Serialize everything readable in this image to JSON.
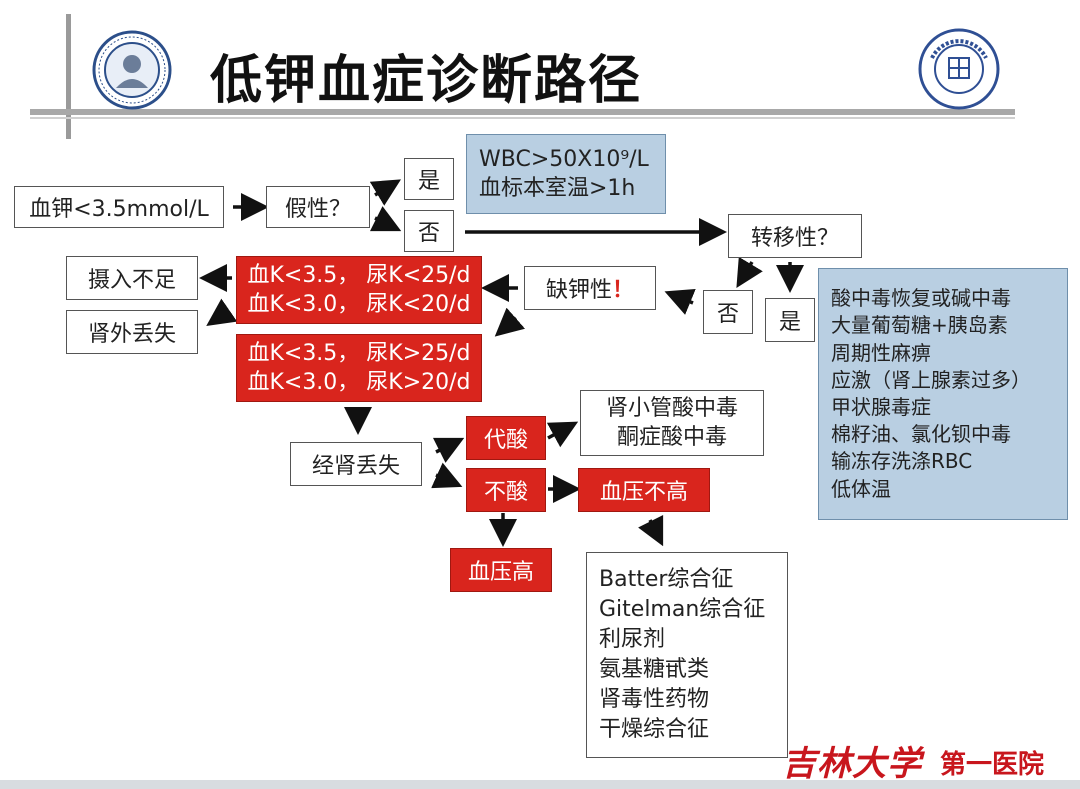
{
  "title": "低钾血症诊断路径",
  "nodes": {
    "start": "血钾<3.5mmol/L",
    "pseudo": "假性？",
    "yes1": "是",
    "no1": "否",
    "pseudo_causes": [
      "WBC>50X10⁹/L",
      "血标本室温>1h"
    ],
    "transfer": "转移性？",
    "no2": "否",
    "yes2": "是",
    "transfer_causes": [
      "酸中毒恢复或碱中毒",
      "大量葡萄糖+胰岛素",
      "周期性麻痹",
      "应激（肾上腺素过多）",
      "甲状腺毒症",
      "棉籽油、氯化钡中毒",
      "输冻存洗涤RBC",
      "低体温"
    ],
    "deficiency": "缺钾性",
    "deficiency_mark": "！",
    "low_urine": [
      "血K<3.5， 尿K<25/d",
      "血K<3.0， 尿K<20/d"
    ],
    "high_urine": [
      "血K<3.5， 尿K>25/d",
      "血K<3.0， 尿K>20/d"
    ],
    "intake": "摄入不足",
    "extrarenal": "肾外丢失",
    "renal": "经肾丢失",
    "acidosis": "代酸",
    "acidosis_causes": [
      "肾小管酸中毒",
      "酮症酸中毒"
    ],
    "no_acidosis": "不酸",
    "bp_not_high": "血压不高",
    "bp_high": "血压高",
    "renal_causes": [
      "Batter综合征",
      "Gitelman综合征",
      "利尿剂",
      "氨基糖甙类",
      "肾毒性药物",
      "干燥综合征"
    ]
  },
  "footer": {
    "university": "吉林大学",
    "hospital": "第一医院"
  },
  "logos": {
    "left_seal_name": "hospital-seal-logo",
    "right_seal_name": "university-seal-logo",
    "right_seal_text": "JILIN UNIVERSITY CHINA"
  },
  "colors": {
    "red": "#d9251d",
    "blue": "#b9cfe2",
    "footer_red": "#c8161d"
  }
}
